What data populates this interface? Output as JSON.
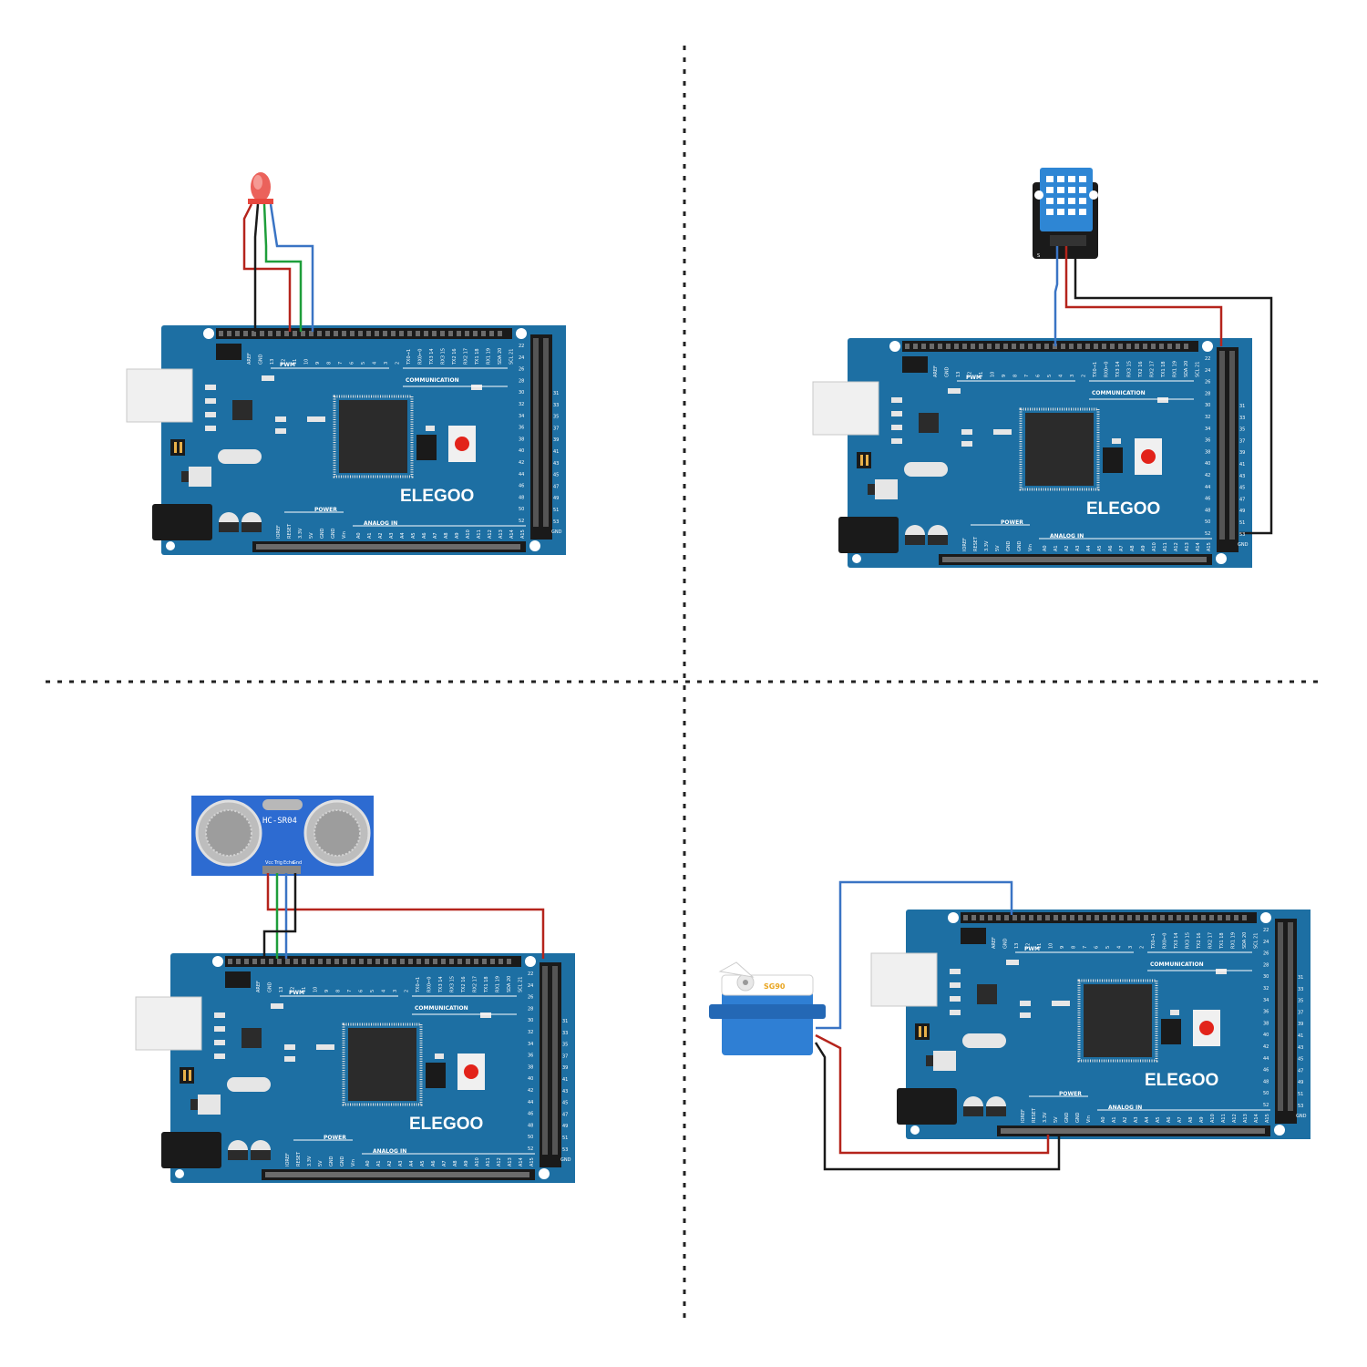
{
  "colors": {
    "board": "#1d6fa3",
    "board_edge": "#155a87",
    "header": "#1a1a1a",
    "chip": "#2b2b2b",
    "wire_black": "#1a1a1a",
    "wire_red": "#b5241c",
    "wire_green": "#1e9e3a",
    "wire_blue": "#3a74c4",
    "divider": "#222222"
  },
  "board": {
    "brand": "ELEGOO",
    "digital_top": [
      "AREF",
      "GND",
      "13",
      "12",
      "11",
      "10",
      "9",
      "8",
      "7",
      "6",
      "5",
      "4",
      "3",
      "2",
      "TX0→1",
      "RX0←0",
      "TX3 14",
      "RX3 15",
      "TX2 16",
      "RX2 17",
      "TX1 18",
      "RX1 19",
      "SDA 20",
      "SCL 21"
    ],
    "pwm_label": "PWM",
    "comm_label": "COMMUNICATION",
    "power_label": "POWER",
    "analog_label": "ANALOG IN",
    "power_pins": [
      "IOREF",
      "RESET",
      "3.3V",
      "5V",
      "GND",
      "GND",
      "Vin"
    ],
    "analog_pins": [
      "A0",
      "A1",
      "A2",
      "A3",
      "A4",
      "A5",
      "A6",
      "A7",
      "A8",
      "A9",
      "A10",
      "A11",
      "A12",
      "A13",
      "A14",
      "A15"
    ],
    "right_even": [
      "22",
      "24",
      "26",
      "28",
      "30",
      "32",
      "34",
      "36",
      "38",
      "40",
      "42",
      "44",
      "46",
      "48",
      "50",
      "52"
    ],
    "right_odd": [
      "31",
      "33",
      "35",
      "37",
      "39",
      "41",
      "43",
      "45",
      "47",
      "49",
      "51",
      "53"
    ],
    "gnd_label": "GND"
  },
  "ultrasonic": {
    "model": "HC-SR04",
    "pins": [
      "Vcc",
      "Trig",
      "Echo",
      "Gnd"
    ]
  },
  "dht": {
    "pin_marker": "S"
  },
  "servo": {
    "label": "SG90"
  }
}
